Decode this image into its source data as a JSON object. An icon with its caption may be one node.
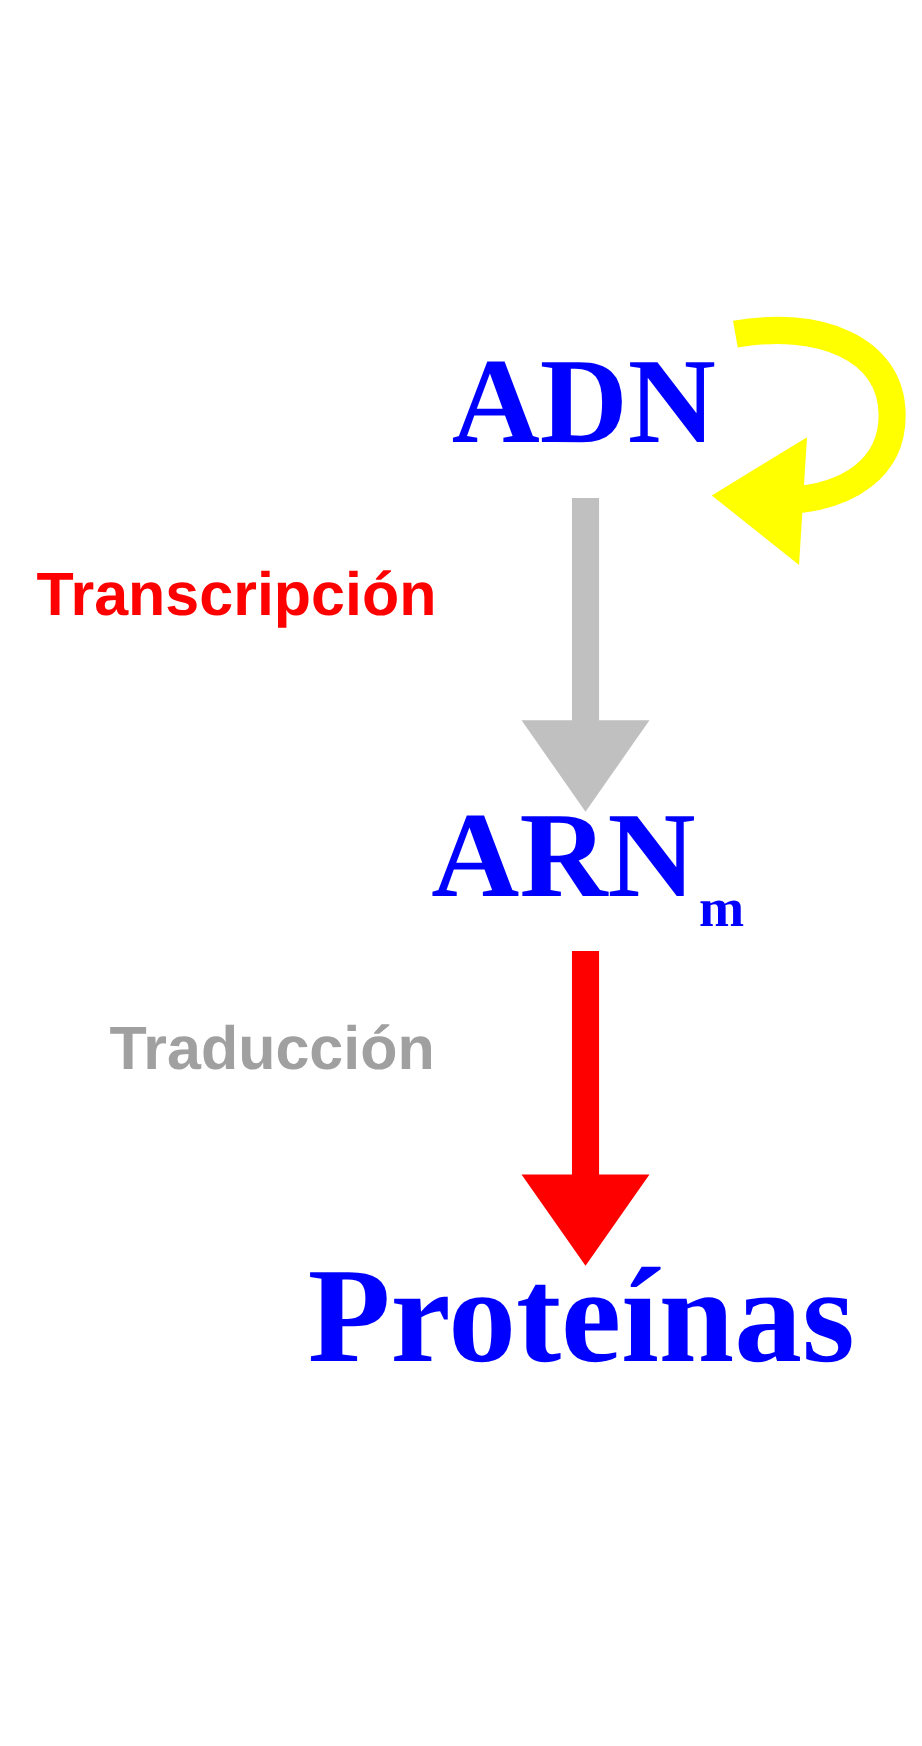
{
  "diagram": {
    "nodes": [
      {
        "text": [
          "ADN"
        ]
      },
      {
        "text": [
          "ARN$_{m}$"
        ]
      },
      {
        "text": [
          "Proteínas"
        ]
      }
    ],
    "edges": [
      {
        "from": 0,
        "to": 0,
        "arrow": "to",
        "color": "#ffff00"
      },
      {
        "from": 0,
        "to": 1,
        "arrow": "to",
        "label": "Transcripción",
        "color": "#c0c0c0"
      },
      {
        "from": 1,
        "to": 2,
        "arrow": "to",
        "label": "Traducción",
        "color": "#ff0000"
      }
    ]
  }
}
